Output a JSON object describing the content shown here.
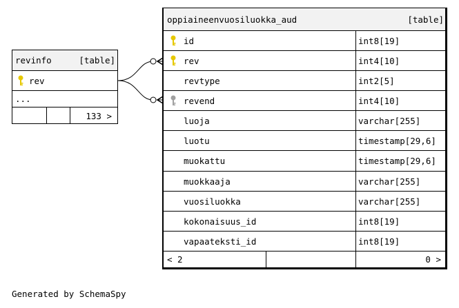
{
  "revinfo": {
    "name": "revinfo",
    "tag": "[table]",
    "columns": [
      {
        "name": "rev",
        "key": "primary"
      }
    ],
    "ellipsis": "...",
    "footer": {
      "children_count": "133 >"
    }
  },
  "aud_table": {
    "name": "oppiaineenvuosiluokka_aud",
    "tag": "[table]",
    "columns": [
      {
        "name": "id",
        "type": "int8[19]",
        "key": "primary"
      },
      {
        "name": "rev",
        "type": "int4[10]",
        "key": "primary"
      },
      {
        "name": "revtype",
        "type": "int2[5]",
        "key": "none"
      },
      {
        "name": "revend",
        "type": "int4[10]",
        "key": "foreign"
      },
      {
        "name": "luoja",
        "type": "varchar[255]",
        "key": "none"
      },
      {
        "name": "luotu",
        "type": "timestamp[29,6]",
        "key": "none"
      },
      {
        "name": "muokattu",
        "type": "timestamp[29,6]",
        "key": "none"
      },
      {
        "name": "muokkaaja",
        "type": "varchar[255]",
        "key": "none"
      },
      {
        "name": "vuosiluokka",
        "type": "varchar[255]",
        "key": "none"
      },
      {
        "name": "kokonaisuus_id",
        "type": "int8[19]",
        "key": "none"
      },
      {
        "name": "vapaateksti_id",
        "type": "int8[19]",
        "key": "none"
      }
    ],
    "footer": {
      "parents_count": "< 2",
      "children_count": "0 >"
    }
  },
  "generated_by": "Generated by SchemaSpy",
  "colors": {
    "primary_key": "#e6c800",
    "foreign_key": "#a0a0a0",
    "header_bg": "#f2f2f2"
  }
}
